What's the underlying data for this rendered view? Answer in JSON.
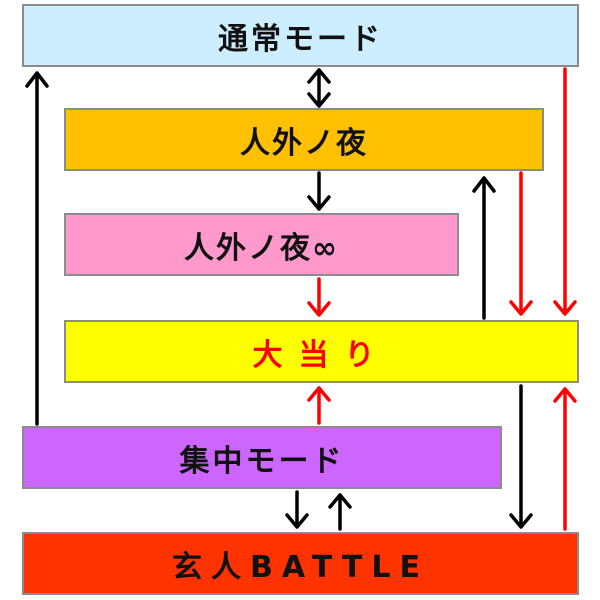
{
  "diagram": {
    "boxes": {
      "normal_mode": "通常モード",
      "jingai_night": "人外ノ夜",
      "jingai_night_infinity": "人外ノ夜∞",
      "jackpot": "大当り",
      "focus_mode": "集中モード",
      "genjin_battle": "玄人BATTLE"
    },
    "colors": {
      "normal_mode": "#cceeff",
      "jingai_night": "#ffc000",
      "jingai_night_infinity": "#ff99cc",
      "jackpot": "#ffff00",
      "jackpot_text": "#ff0000",
      "focus_mode": "#cc66ff",
      "genjin_battle": "#ff3300",
      "arrow_black": "#000000",
      "arrow_red": "#ff0000"
    }
  }
}
